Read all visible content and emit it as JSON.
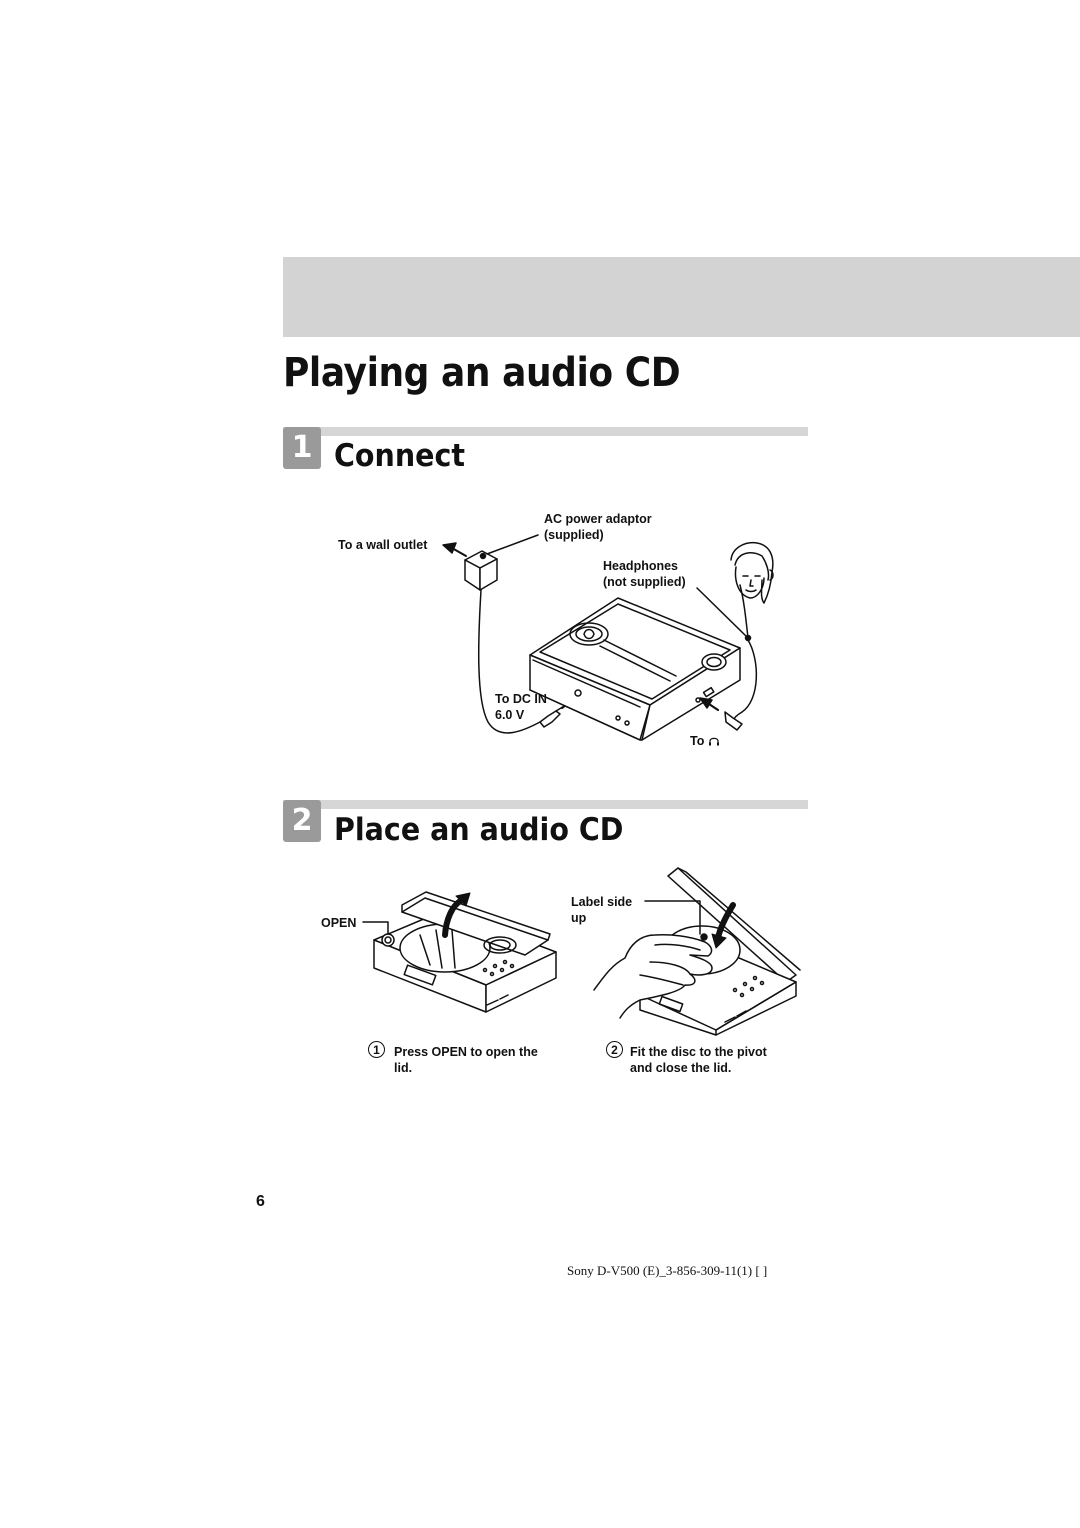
{
  "page": {
    "title": "Playing an audio CD",
    "page_number": "6",
    "footer": "Sony D-V500 (E)_3-856-309-11(1) [     ]"
  },
  "steps": [
    {
      "number": "1",
      "title": "Connect",
      "labels": {
        "ac_adaptor": "AC power adaptor",
        "ac_adaptor_note": "(supplied)",
        "wall_outlet": "To a wall outlet",
        "headphones": "Headphones",
        "headphones_note": "(not supplied)",
        "dc_in": "To DC IN",
        "dc_voltage": "6.0 V",
        "to_headphone_jack": "To",
        "headphone_jack_icon": "headphones-icon"
      }
    },
    {
      "number": "2",
      "title": "Place an audio CD",
      "labels": {
        "open": "OPEN",
        "label_side": "Label side",
        "label_side_up": "up"
      },
      "instructions": [
        {
          "marker": "1",
          "line1": "Press OPEN to open the",
          "line2": "lid."
        },
        {
          "marker": "2",
          "line1": "Fit the disc to the pivot",
          "line2": "and close the lid."
        }
      ]
    }
  ]
}
